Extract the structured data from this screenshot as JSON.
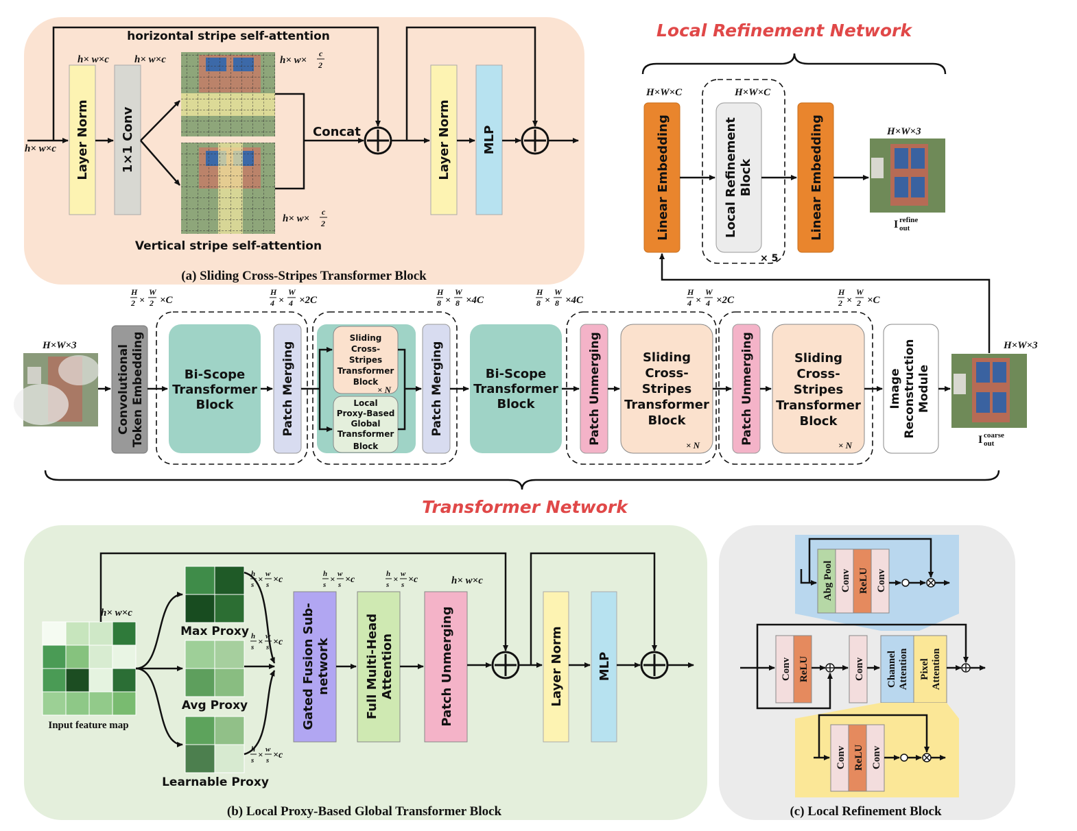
{
  "panel_a": {
    "caption": "(a) Sliding Cross-Stripes Transformer Block",
    "input_dim": "h× w×c",
    "layernorm_label": "Layer Norm",
    "layernorm_dim": "h× w×c",
    "conv_label": "1×1 Conv",
    "conv_dim": "h× w×c",
    "horizontal_label": "horizontal stripe self-attention",
    "vertical_label": "Vertical stripe self-attention",
    "half_dim": "h× w×",
    "half_frac_num": "c",
    "half_frac_den": "2",
    "concat_label": "Concat",
    "layernorm2_label": "Layer Norm",
    "mlp_label": "MLP"
  },
  "lrn": {
    "title": "Local Refinement Network",
    "dim_in": "H×W×C",
    "dim_block": "H×W×C",
    "linear_embedding_1": "Linear Embedding",
    "local_refinement_block": "Local Refinement Block",
    "repeat": "× 5",
    "linear_embedding_2": "Linear Embedding",
    "out_dim": "H×W×3",
    "out_label": "I",
    "out_sup": "refine",
    "out_sub": "out"
  },
  "transformer": {
    "title": "Transformer Network",
    "input_dim": "H×W×3",
    "conv_token": "Convolutional Token Embedding",
    "stage_dims": [
      {
        "a": "H",
        "b": "2",
        "c": "W",
        "d": "2",
        "e": "×C"
      },
      {
        "a": "H",
        "b": "4",
        "c": "W",
        "d": "4",
        "e": "×2C"
      },
      {
        "a": "H",
        "b": "8",
        "c": "W",
        "d": "8",
        "e": "×4C"
      },
      {
        "a": "H",
        "b": "8",
        "c": "W",
        "d": "8",
        "e": "×4C"
      },
      {
        "a": "H",
        "b": "4",
        "c": "W",
        "d": "4",
        "e": "×2C"
      },
      {
        "a": "H",
        "b": "2",
        "c": "W",
        "d": "2",
        "e": "×C"
      }
    ],
    "bi_scope_1": "Bi-Scope Transformer Block",
    "patch_merging_1": "Patch Merging",
    "sliding_small": "Sliding Cross-Stripes Transformer Block",
    "local_proxy_small": "Local Proxy-Based Global Transformer Block",
    "repeat_n": "× N",
    "patch_merging_2": "Patch Merging",
    "bi_scope_2": "Bi-Scope Transformer Block",
    "patch_unmerging_1": "Patch Unmerging",
    "sliding_1": "Sliding Cross-Stripes Transformer Block",
    "patch_unmerging_2": "Patch Unmerging",
    "sliding_2": "Sliding Cross-Stripes Transformer Block",
    "image_recon": "Image Reconstruction Module",
    "output_dim": "H×W×3",
    "out_label": "I",
    "out_sup": "coarse",
    "out_sub": "out"
  },
  "panel_b": {
    "caption": "(b) Local Proxy-Based Global Transformer Block",
    "input_label": "Input feature map",
    "input_dim": "h× w×c",
    "max_proxy": "Max Proxy",
    "avg_proxy": "Avg Proxy",
    "learnable_proxy": "Learnable Proxy",
    "proxy_dim": "×c",
    "gated_fusion": "Gated Fusion Sub-network",
    "full_mha": "Full Multi-Head Attention",
    "patch_unmerging": "Patch Unmerging",
    "out_dim": "h× w×c",
    "layernorm": "Layer Norm",
    "mlp": "MLP"
  },
  "panel_c": {
    "caption": "(c) Local Refinement Block",
    "abg_pool": "Abg Pool",
    "conv": "Conv",
    "relu": "ReLU",
    "channel_attention": "Channel Attention",
    "pixel_attention": "Pixel Attention"
  },
  "colors": {
    "panel_a_bg": "#fbe3d2",
    "panel_b_bg": "#e4efdc",
    "panel_c_bg": "#ebebeb",
    "layernorm": "#fdf3b2",
    "conv1x1": "#d8d8d2",
    "mlp": "#b7e2f0",
    "linear_embedding": "#e9852d",
    "bi_scope": "#9fd3c6",
    "patch_merging": "#d8dcf0",
    "patch_unmerging": "#f4b3c8",
    "sliding": "#fbe1cd",
    "gated_fusion": "#b1a6f2",
    "full_mha": "#cfe9b2",
    "title_red": "#e04848"
  }
}
